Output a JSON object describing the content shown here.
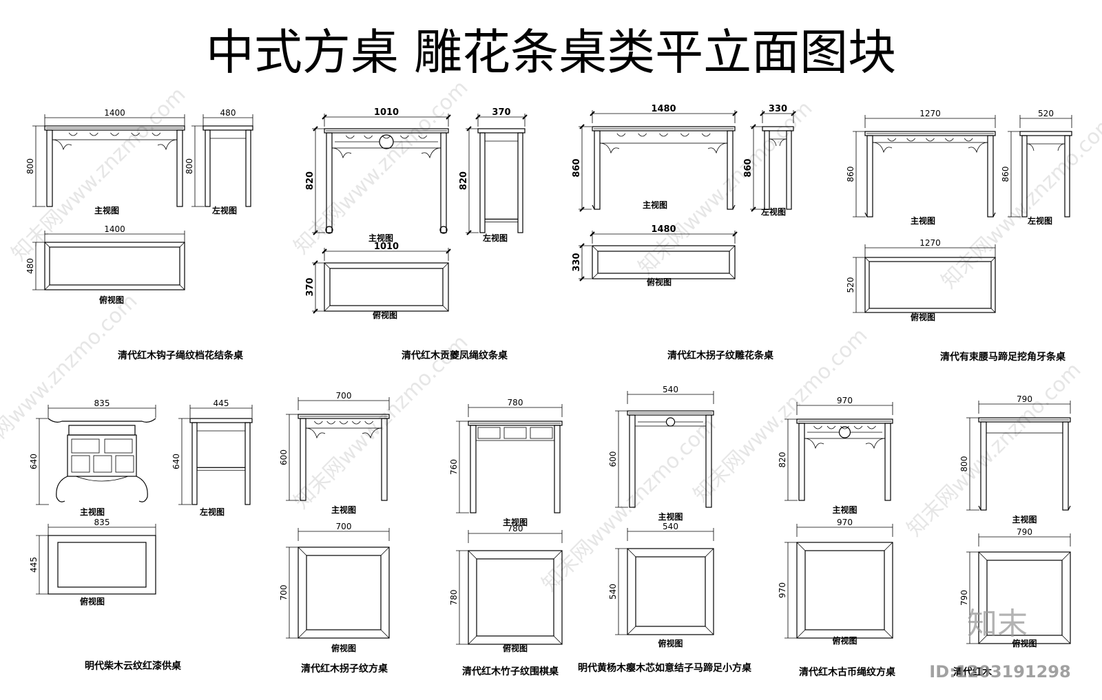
{
  "title": "中式方桌  雕花条桌类平立面图块",
  "views": {
    "front": "主视图",
    "left": "左视图",
    "top": "俯视图"
  },
  "tables": [
    {
      "name": "清代红木钩子绳纹档花结条桌",
      "w": "1400",
      "d": "480",
      "h": "800"
    },
    {
      "name": "清代红木贡夔凤绳纹条桌",
      "w": "1010",
      "d": "370",
      "h": "820"
    },
    {
      "name": "清代红木拐子纹雕花条桌",
      "w": "1480",
      "d": "330",
      "h": "860"
    },
    {
      "name": "清代有束腰马蹄足挖角牙条桌",
      "w": "1270",
      "d": "520",
      "h": "860"
    },
    {
      "name": "明代柴木云纹红漆供桌",
      "w": "835",
      "d": "445",
      "h": "640"
    },
    {
      "name": "清代红木拐子纹方桌",
      "w": "700",
      "d": "700",
      "h": "600"
    },
    {
      "name": "清代红木竹子纹围棋桌",
      "w": "780",
      "d": "780",
      "h": "760"
    },
    {
      "name": "明代黄杨木瘿木芯如意结子马蹄足小方桌",
      "w": "540",
      "d": "540",
      "h": "600"
    },
    {
      "name": "清代红木古币绳纹方桌",
      "w": "970",
      "d": "970",
      "h": "820"
    },
    {
      "name": "清代红木",
      "w": "790",
      "d": "790",
      "h": "800"
    }
  ],
  "watermarks": {
    "site": "知末网www.znzmo.com",
    "brand": "知末",
    "id": "ID:1203191298"
  }
}
